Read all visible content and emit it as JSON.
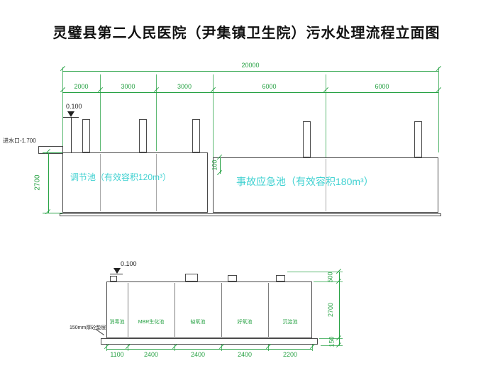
{
  "title": "灵璧县第二人民医院（尹集镇卫生院）污水处理流程立面图",
  "colors": {
    "dimension_green": "#27a244",
    "label_cyan": "#3fd1d1",
    "line_gray": "#4a4a4a"
  },
  "top_drawing": {
    "overall_dim": "20000",
    "segment_dims": [
      "2000",
      "3000",
      "3000",
      "6000",
      "6000"
    ],
    "level_label": "0.100",
    "inlet_label": "进水口-1.700",
    "height_dim": "2700",
    "freeboard_dim": "100",
    "regulating_tank_label": "调节池（有效容积120m³）",
    "emergency_tank_label": "事故应急池（有效容积180m³）"
  },
  "bottom_drawing": {
    "level_label": "0.100",
    "compartment_labels": [
      "消毒池",
      "MBR生化池",
      "缺氧池",
      "好氧池",
      "沉淀池"
    ],
    "base_note": "150mm厚砼垫层",
    "width_dims": [
      "1100",
      "2400",
      "2400",
      "2400",
      "2200"
    ],
    "height_dims": [
      "500",
      "2700",
      "150"
    ]
  }
}
